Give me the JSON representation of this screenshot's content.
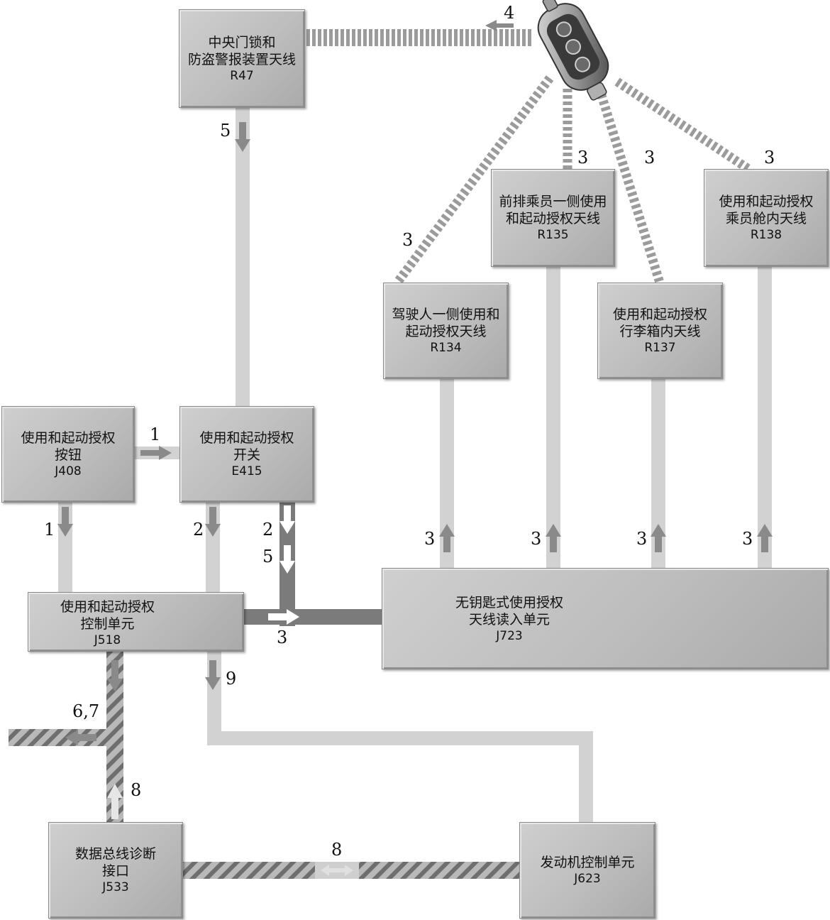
{
  "components": {
    "r47": {
      "line1": "中央门锁和",
      "line2": "防盗警报装置天线",
      "code": "R47"
    },
    "r134": {
      "line1": "驾驶人一侧使用和",
      "line2": "起动授权天线",
      "code": "R134"
    },
    "r135": {
      "line1": "前排乘员一侧使用",
      "line2": "和起动授权天线",
      "code": "R135"
    },
    "r137": {
      "line1": "使用和起动授权",
      "line2": "行李箱内天线",
      "code": "R137"
    },
    "r138": {
      "line1": "使用和起动授权",
      "line2": "乘员舱内天线",
      "code": "R138"
    },
    "j408": {
      "line1": "使用和起动授权",
      "line2": "按钮",
      "code": "J408"
    },
    "e415": {
      "line1": "使用和起动授权",
      "line2": "开关",
      "code": "E415"
    },
    "j518": {
      "line1": "使用和起动授权",
      "line2": "控制单元",
      "code": "J518"
    },
    "j723": {
      "line1": "无钥匙式使用授权",
      "line2": "天线读入单元",
      "code": "J723"
    },
    "j533": {
      "line1": "数据总线诊断",
      "line2": "接口",
      "code": "J533"
    },
    "j623": {
      "line1": "发动机控制单元",
      "code": "J623"
    }
  },
  "step_labels": {
    "key_to_r47": "4",
    "r47_down": "5",
    "key_r135": "3",
    "key_r137": "3",
    "key_r138": "3",
    "key_r134": "3",
    "j408_to_e415": "1",
    "j408_down": "1",
    "e415_down": "2",
    "e415_right_2": "2",
    "e415_right_5": "5",
    "j518_to_j723": "3",
    "j723_r134": "3",
    "j723_r135": "3",
    "j723_r137": "3",
    "j723_r138": "3",
    "j518_down": "9",
    "j518_bus": "6,7",
    "bus_j533": "8",
    "j533_j623": "8"
  },
  "icons": {
    "key_fob": "car-key-fob-icon"
  },
  "colors": {
    "box": "#bdbdbd",
    "path": "#d2d2d2",
    "arrow": "#8a8a8a",
    "hatch": "#6f6f6f",
    "wave": "#9a9a9a"
  }
}
